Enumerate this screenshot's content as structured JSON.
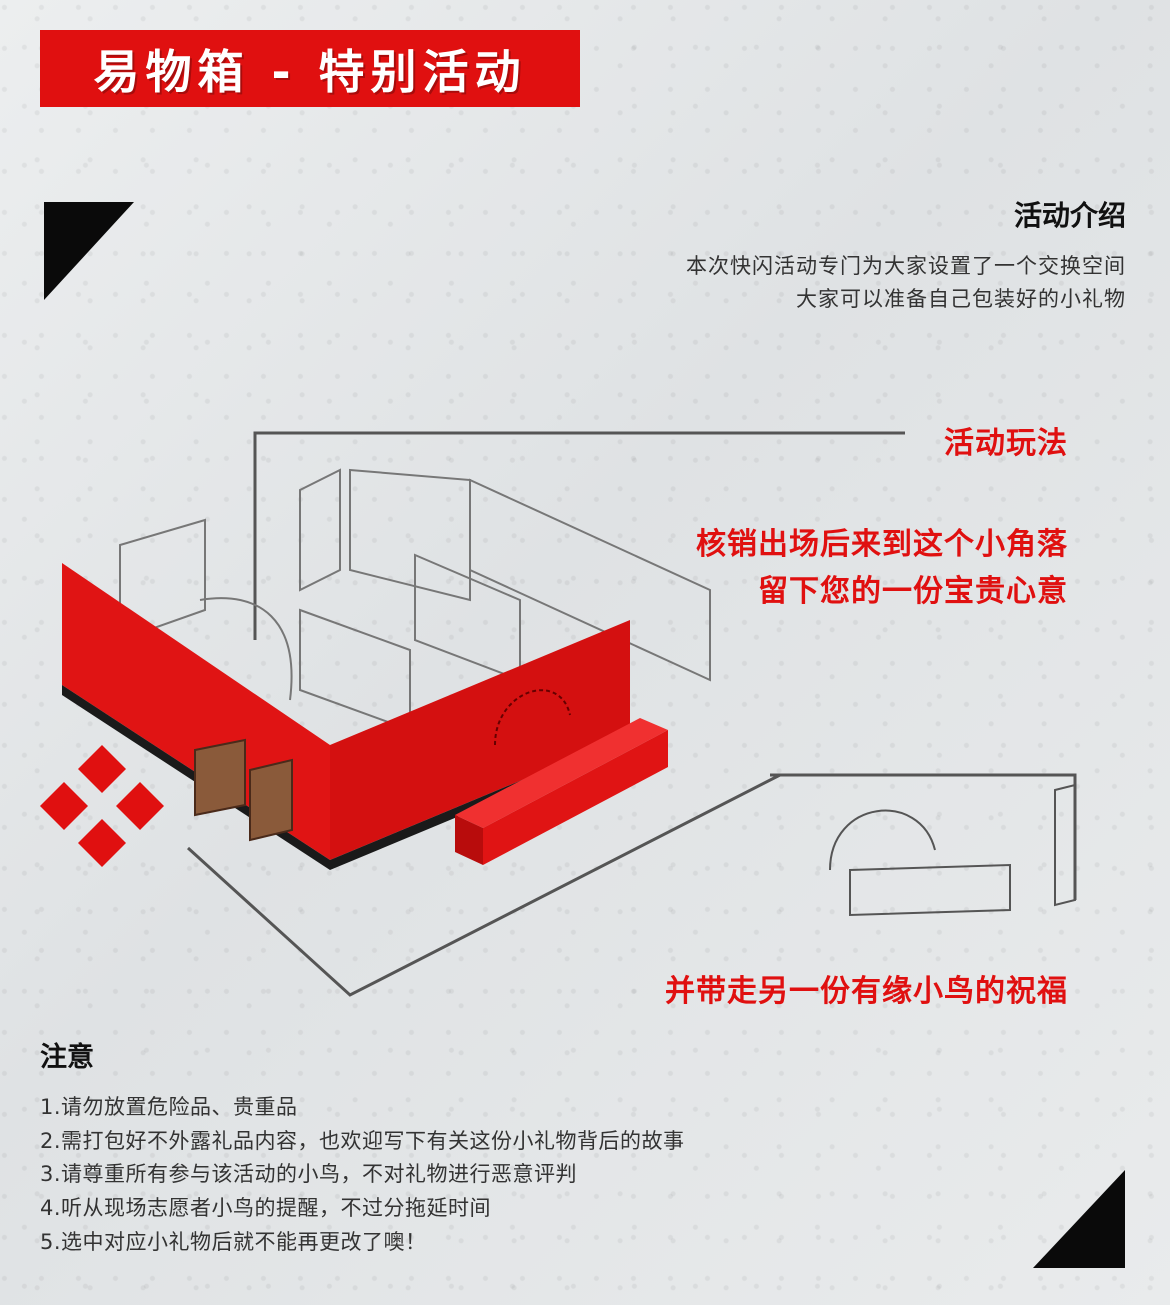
{
  "header": {
    "title": "易物箱 - 特别活动"
  },
  "intro": {
    "title": "活动介绍",
    "lines": [
      "本次快闪活动专门为大家设置了一个交换空间",
      "大家可以准备自己包装好的小礼物"
    ]
  },
  "gameplay": {
    "title": "活动玩法",
    "steps": [
      "核销出场后来到这个小角落",
      "留下您的一份宝贵心意",
      "并带走另一份有缘小鸟的祝福"
    ]
  },
  "notes": {
    "title": "注意",
    "items": [
      "1.请勿放置危险品、贵重品",
      "2.需打包好不外露礼品内容，也欢迎写下有关这份小礼物背后的故事",
      "3.请尊重所有参与该活动的小鸟，不对礼物进行恶意评判",
      "4.听从现场志愿者小鸟的提醒，不过分拖延时间",
      "5.选中对应小礼物后就不能再更改了噢！"
    ]
  },
  "colors": {
    "accent": "#e01010",
    "text": "#111111",
    "background": "#e6e8ea"
  }
}
